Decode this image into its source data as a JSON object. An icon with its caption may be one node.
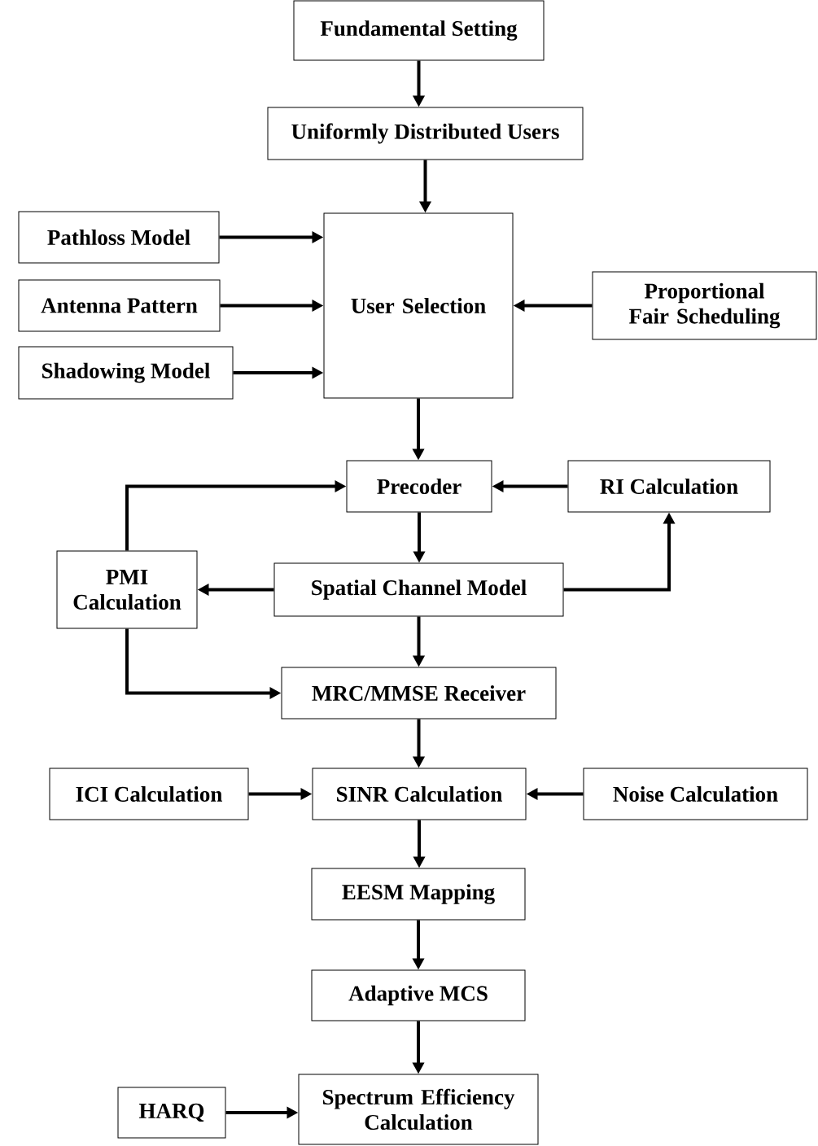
{
  "diagram": {
    "nodes": [
      {
        "text": [
          "Fundamental Setting"
        ]
      },
      {
        "text": [
          "Uniformly Distributed Users"
        ]
      },
      {
        "text": [
          "Pathloss Model"
        ]
      },
      {
        "text": [
          "Antenna Pattern"
        ]
      },
      {
        "text": [
          "Shadowing Model"
        ]
      },
      {
        "text": [
          "User Selection"
        ]
      },
      {
        "text": [
          "Proportional Fair Scheduling"
        ]
      },
      {
        "text": [
          "Precoder"
        ]
      },
      {
        "text": [
          "RI Calculation"
        ]
      },
      {
        "text": [
          "PMI Calculation"
        ]
      },
      {
        "text": [
          "Spatial Channel Model"
        ]
      },
      {
        "text": [
          "MRC/MMSE Receiver"
        ]
      },
      {
        "text": [
          "ICI Calculation"
        ]
      },
      {
        "text": [
          "SINR Calculation"
        ]
      },
      {
        "text": [
          "Noise Calculation"
        ]
      },
      {
        "text": [
          "EESM Mapping"
        ]
      },
      {
        "text": [
          "Adaptive MCS"
        ]
      },
      {
        "text": [
          "HARQ"
        ]
      },
      {
        "text": [
          "Spectrum Efficiency Calculation"
        ]
      }
    ],
    "edges": [
      {
        "from": 0,
        "to": 1,
        "arrow": "to"
      },
      {
        "from": 1,
        "to": 5,
        "arrow": "to"
      },
      {
        "from": 2,
        "to": 5,
        "arrow": "to"
      },
      {
        "from": 3,
        "to": 5,
        "arrow": "to"
      },
      {
        "from": 4,
        "to": 5,
        "arrow": "to"
      },
      {
        "from": 6,
        "to": 5,
        "arrow": "to"
      },
      {
        "from": 5,
        "to": 7,
        "arrow": "to"
      },
      {
        "from": 8,
        "to": 7,
        "arrow": "to"
      },
      {
        "from": 7,
        "to": 10,
        "arrow": "to"
      },
      {
        "from": 10,
        "to": 9,
        "arrow": "to"
      },
      {
        "from": 10,
        "to": 8,
        "arrow": "to"
      },
      {
        "from": 9,
        "to": 7,
        "arrow": "to"
      },
      {
        "from": 9,
        "to": 11,
        "arrow": "to"
      },
      {
        "from": 10,
        "to": 11,
        "arrow": "to"
      },
      {
        "from": 11,
        "to": 13,
        "arrow": "to"
      },
      {
        "from": 12,
        "to": 13,
        "arrow": "to"
      },
      {
        "from": 14,
        "to": 13,
        "arrow": "to"
      },
      {
        "from": 13,
        "to": 15,
        "arrow": "to"
      },
      {
        "from": 15,
        "to": 16,
        "arrow": "to"
      },
      {
        "from": 16,
        "to": 18,
        "arrow": "to"
      },
      {
        "from": 17,
        "to": 18,
        "arrow": "to"
      }
    ]
  }
}
